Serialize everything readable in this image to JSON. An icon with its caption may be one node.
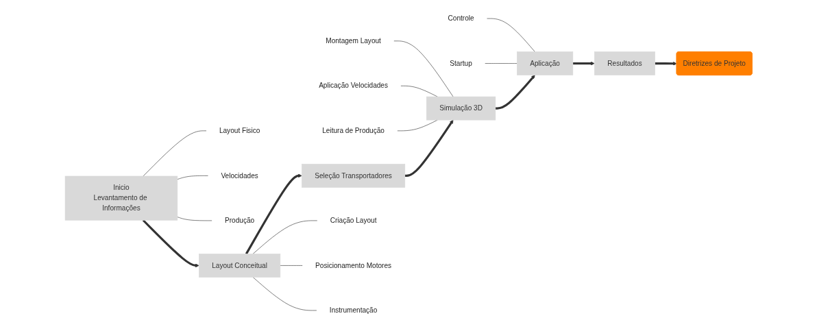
{
  "diagram": {
    "nodes": [
      {
        "text": [
          "Controle"
        ]
      },
      {
        "text": [
          "Startup"
        ]
      },
      {
        "text": [
          "Aplicação"
        ]
      },
      {
        "text": [
          "Resultados"
        ]
      },
      {
        "text": [
          "Inicio",
          "Levantamento de Informações"
        ]
      },
      {
        "text": [
          "Layout Fisico"
        ]
      },
      {
        "text": [
          "Velocidades"
        ]
      },
      {
        "text": [
          "Produção"
        ]
      },
      {
        "text": [
          "Diretrizes de Projeto"
        ]
      },
      {
        "text": [
          "Montagem Layout"
        ]
      },
      {
        "text": [
          "Aplicação Velocidades"
        ]
      },
      {
        "text": [
          "Leitura de Produção"
        ]
      },
      {
        "text": [
          "Simulação 3D"
        ]
      },
      {
        "text": [
          "Seleção Transportadores"
        ]
      },
      {
        "text": [
          "Layout Conceitual"
        ]
      },
      {
        "text": [
          "Criação Layout"
        ]
      },
      {
        "text": [
          "Posicionamento Motores"
        ]
      },
      {
        "text": [
          "Instrumentação"
        ]
      }
    ],
    "edges": [
      {
        "from": 0,
        "to": 2,
        "arrow": "none"
      },
      {
        "from": 1,
        "to": 2,
        "arrow": "none"
      },
      {
        "from": 2,
        "to": 3,
        "arrow": "to",
        "style": "thick"
      },
      {
        "from": 3,
        "to": 8,
        "arrow": "to",
        "style": "thick"
      },
      {
        "from": 4,
        "to": 5,
        "arrow": "none"
      },
      {
        "from": 4,
        "to": 6,
        "arrow": "none"
      },
      {
        "from": 4,
        "to": 7,
        "arrow": "none"
      },
      {
        "from": 4,
        "to": 14,
        "arrow": "to",
        "style": "thick"
      },
      {
        "from": 9,
        "to": 12,
        "arrow": "none"
      },
      {
        "from": 10,
        "to": 12,
        "arrow": "none"
      },
      {
        "from": 11,
        "to": 12,
        "arrow": "none"
      },
      {
        "from": 14,
        "to": 15,
        "arrow": "none"
      },
      {
        "from": 14,
        "to": 16,
        "arrow": "none"
      },
      {
        "from": 14,
        "to": 17,
        "arrow": "none"
      },
      {
        "from": 14,
        "to": 13,
        "arrow": "to",
        "style": "thick"
      },
      {
        "from": 13,
        "to": 12,
        "arrow": "to",
        "style": "thick"
      },
      {
        "from": 12,
        "to": 2,
        "arrow": "to",
        "style": "thick"
      }
    ]
  }
}
